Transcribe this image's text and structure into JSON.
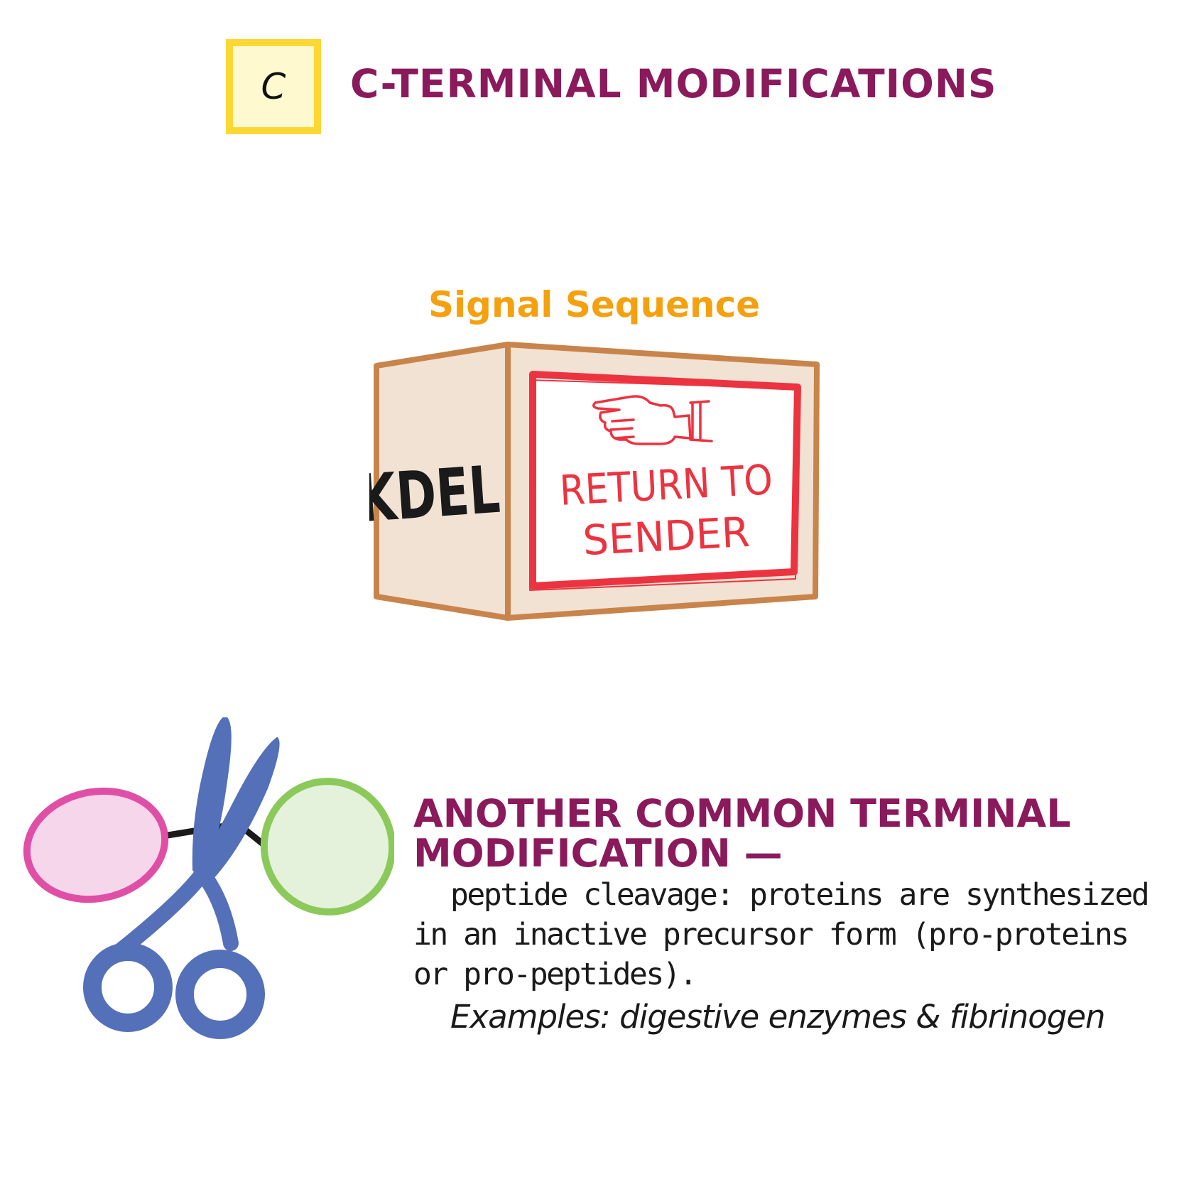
{
  "header": {
    "badge_letter": "C",
    "title": "C-TERMINAL MODIFICATIONS"
  },
  "signal": {
    "label": "Signal Sequence",
    "box_side_text": "KDEL",
    "stamp_line1": "RETURN TO",
    "stamp_line2": "SENDER"
  },
  "modification": {
    "title": "ANOTHER COMMON TERMINAL MODIFICATION —",
    "body": "peptide cleavage: proteins are  synthesized in an inactive precursor form (pro-proteins or pro-peptides).",
    "examples": "Examples: digestive enzymes & fibrinogen"
  },
  "colors": {
    "title": "#8a1a5c",
    "badge_outer": "#fdd835",
    "badge_inner": "#fff9d0",
    "signal_label": "#f5a00f",
    "box_outline": "#c8844a",
    "box_fill": "#f1e2d4",
    "stamp_red": "#ec3340",
    "scissors_blue": "#5470b8",
    "oval_pink": "#e04fa6",
    "oval_green": "#8bc95a"
  }
}
